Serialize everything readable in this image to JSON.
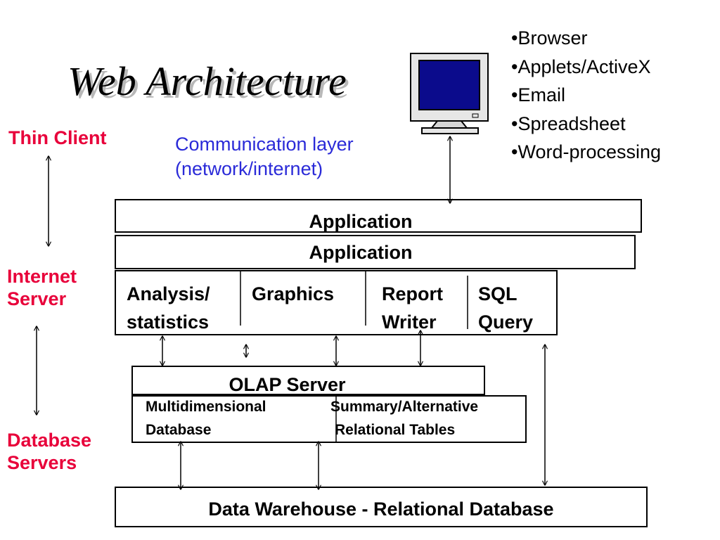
{
  "title": "Web Architecture",
  "side_labels": {
    "thin_client": "Thin Client",
    "internet_server": [
      "Internet",
      "Server"
    ],
    "database_servers": [
      "Database",
      "Servers"
    ]
  },
  "communication_layer": [
    "Communication layer",
    "(network/internet)"
  ],
  "client_features": [
    "•Browser",
    "•Applets/ActiveX",
    "•Email",
    "•Spreadsheet",
    "•Word-processing"
  ],
  "boxes": {
    "application_top": "Application",
    "application_bottom": "Application",
    "tools": {
      "analysis": [
        "Analysis/",
        "statistics"
      ],
      "graphics": "Graphics",
      "report_writer": [
        "Report",
        "Writer"
      ],
      "sql_query": [
        "SQL",
        "Query"
      ]
    },
    "olap_server": "OLAP Server",
    "multidimensional": [
      "Multidimensional",
      "Database"
    ],
    "summary_alternative": [
      "Summary/Alternative",
      "Relational Tables"
    ],
    "data_warehouse": "Data Warehouse - Relational Database"
  },
  "colors": {
    "side_label": "#e8003a",
    "communication_layer": "#2a2ad8",
    "monitor_screen": "#0b0b8c"
  },
  "icons": {
    "client": "computer-monitor-icon"
  }
}
